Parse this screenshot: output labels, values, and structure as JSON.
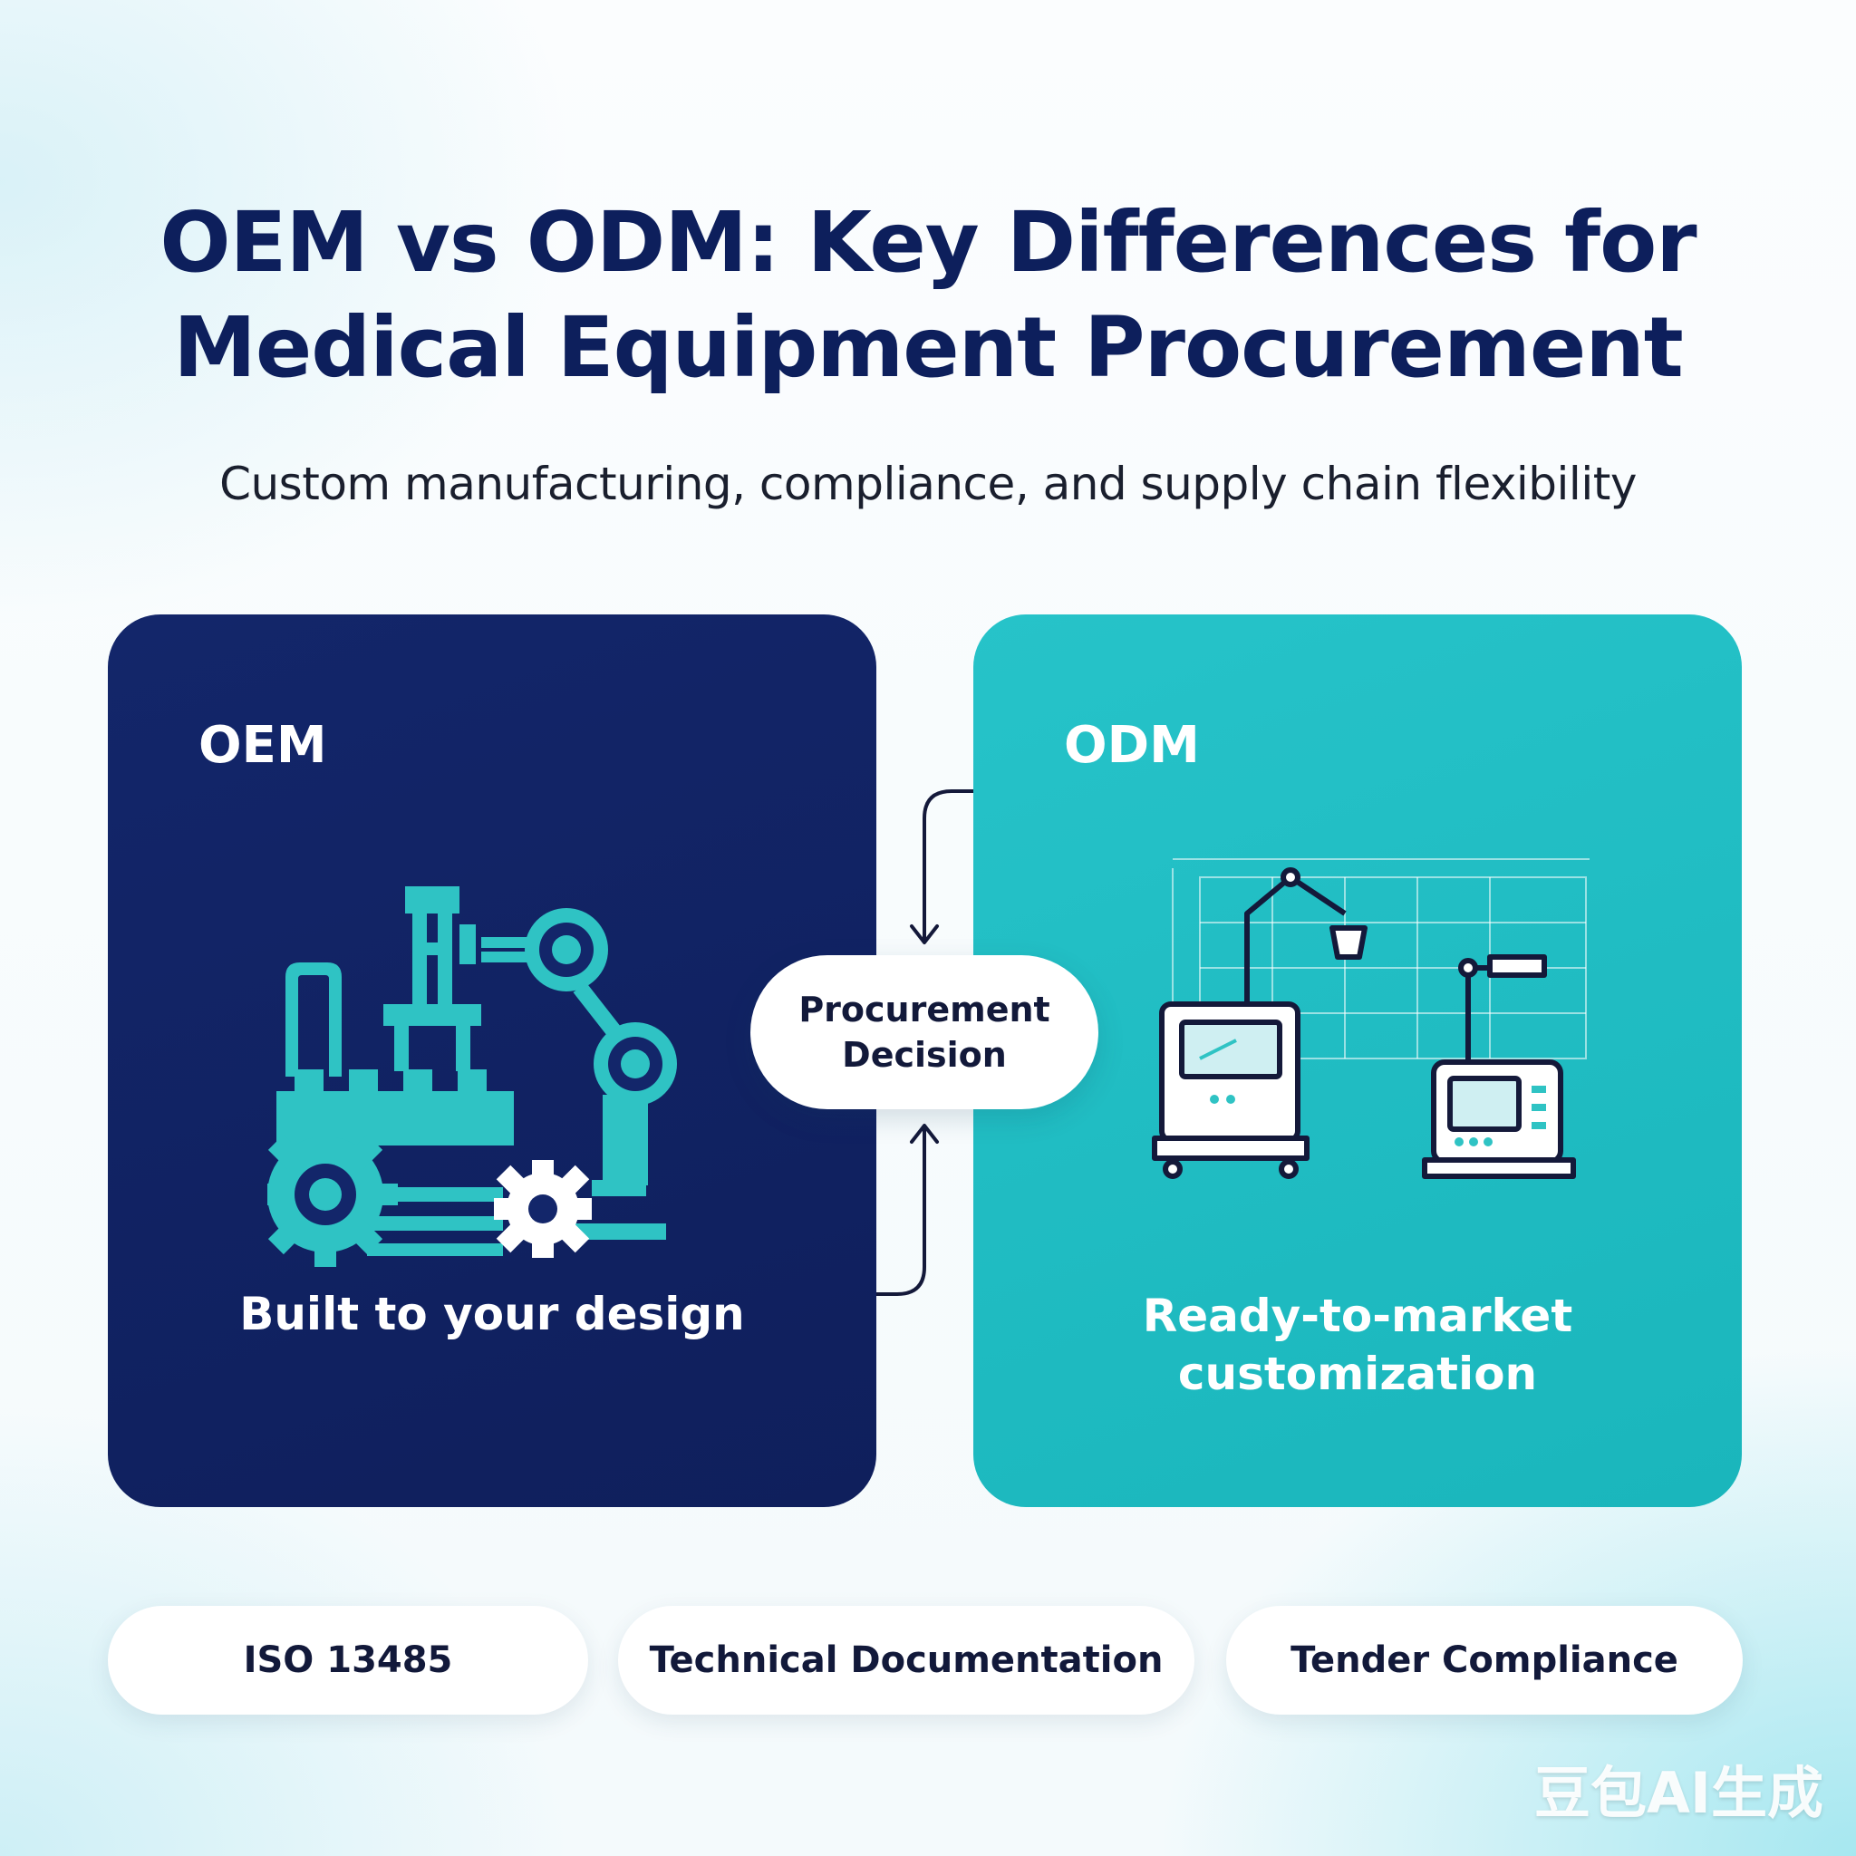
{
  "header": {
    "title_line1": "OEM vs ODM: Key Differences for",
    "title_line2": "Medical Equipment Procurement",
    "subtitle": "Custom manufacturing, compliance, and supply chain flexibility"
  },
  "cards": {
    "oem": {
      "heading": "OEM",
      "caption": "Built to your design",
      "icon": "factory-robot-arm-gears-icon",
      "color": "#13266a"
    },
    "odm": {
      "heading": "ODM",
      "caption_line1": "Ready-to-market",
      "caption_line2": "customization",
      "icon": "medical-devices-blueprint-icon",
      "color": "#22bfc4"
    }
  },
  "decision": {
    "line1": "Procurement",
    "line2": "Decision"
  },
  "tags": [
    "ISO 13485",
    "Technical Documentation",
    "Tender Compliance"
  ],
  "watermark": "豆包AI生成",
  "colors": {
    "navy": "#0d1f5c",
    "teal": "#22bfc4",
    "icon_teal": "#2fc3c4"
  }
}
